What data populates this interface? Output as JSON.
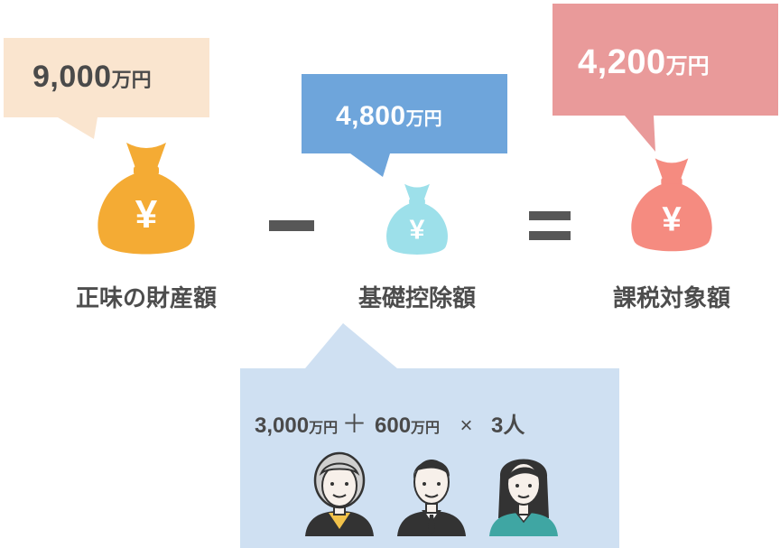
{
  "colors": {
    "bubble_estate": "#fae5cf",
    "bubble_deduction": "#6ea5db",
    "bubble_taxable": "#e99a9a",
    "bubble_formula": "#cfe0f2",
    "bag_estate": "#f4ab34",
    "bag_deduction": "#9de0ea",
    "bag_taxable": "#f58b80",
    "operator": "#575757"
  },
  "estate": {
    "amount": "9,000",
    "unit": "万円",
    "label": "正味の財産額",
    "symbol": "¥"
  },
  "deduction": {
    "amount": "4,800",
    "unit": "万円",
    "label": "基礎控除額",
    "symbol": "¥"
  },
  "taxable": {
    "amount": "4,200",
    "unit": "万円",
    "label": "課税対象額",
    "symbol": "¥"
  },
  "operators": {
    "minus": "minus",
    "equals": "equals"
  },
  "formula": {
    "base_amount": "3,000",
    "base_unit": "万円",
    "plus": "＋",
    "per_heir_amount": "600",
    "per_heir_unit": "万円",
    "times": "×",
    "heirs": "3人"
  },
  "heirs_icons": [
    "elderly-woman-icon",
    "man-in-suit-icon",
    "woman-icon"
  ]
}
